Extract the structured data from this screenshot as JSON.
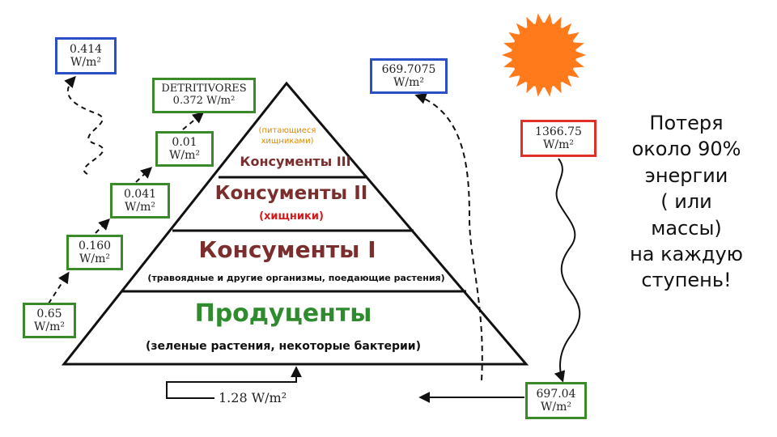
{
  "colors": {
    "green_box": "#3a8a2a",
    "blue_box": "#2b4fc7",
    "red_box": "#e0302a",
    "sun": "#ff7a1a",
    "producer_title": "#2e8b2e",
    "consumer_title": "#7a2e2e",
    "consumer_label": "#d21a1a",
    "tertiary_note": "#e08a00"
  },
  "boxes": {
    "heat_top": {
      "value": "0.414",
      "unit": "W/m²"
    },
    "detritivores": {
      "label": "DETRITIVORES",
      "value": "0.372 W/m²"
    },
    "tertiary_energy": {
      "value": "0.01",
      "unit": "W/m²"
    },
    "secondary_energy": {
      "value": "0.041",
      "unit": "W/m²"
    },
    "primary_energy": {
      "value": "0.160",
      "unit": "W/m²"
    },
    "producer_energy": {
      "value": "0.65",
      "unit": "W/m²"
    },
    "reflected": {
      "value": "669.7075",
      "unit": "W/m²"
    },
    "solar": {
      "value": "1366.75",
      "unit": "W/m²"
    },
    "absorbed": {
      "value": "697.04",
      "unit": "W/m²"
    }
  },
  "pyramid": {
    "tertiary": {
      "note_line1": "(питающиеся",
      "note_line2": "хищниками)",
      "title": "Консументы III"
    },
    "secondary": {
      "title": "Консументы II",
      "note": "(хищники)"
    },
    "primary": {
      "title": "Консументы I",
      "note": "(травоядные и другие организмы, поедающие растения)"
    },
    "producers": {
      "title": "Продуценты",
      "note": "(зеленые растения, некоторые бактерии)"
    }
  },
  "bottom_flow": {
    "value": "1.28 W/m²"
  },
  "side_text": {
    "lines": [
      "Потеря",
      "около 90%",
      "энергии",
      "( или",
      "массы)",
      "на каждую",
      "ступень!"
    ]
  }
}
